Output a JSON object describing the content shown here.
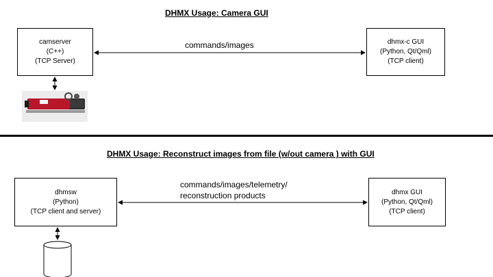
{
  "section1": {
    "title": "DHMX Usage:  Camera GUI",
    "left_box": {
      "lines": [
        "camserver",
        "(C++)",
        "(TCP Server)"
      ]
    },
    "right_box": {
      "lines": [
        "dhmx-c GUI",
        "(Python, Qt/Qml)",
        "(TCP client)"
      ]
    },
    "connection_label": "commands/images",
    "device_icon": "camera-icon"
  },
  "section2": {
    "title": "DHMX Usage:  Reconstruct images from file (w/out camera ) with GUI",
    "left_box": {
      "lines": [
        "dhmsw",
        "(Python)",
        "(TCP client and server)"
      ]
    },
    "right_box": {
      "lines": [
        "dhmx GUI",
        "(Python, Qt/Qml)",
        "(TCP client)"
      ]
    },
    "connection_label": [
      "commands/images/telemetry/",
      "reconstruction products"
    ],
    "storage_icon": "database-cylinder-icon"
  }
}
